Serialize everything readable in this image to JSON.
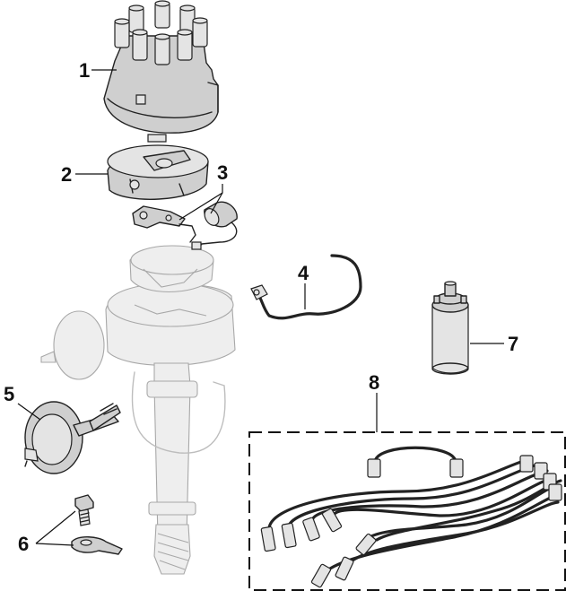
{
  "callouts": [
    {
      "id": "1",
      "label": "1"
    },
    {
      "id": "2",
      "label": "2"
    },
    {
      "id": "3",
      "label": "3"
    },
    {
      "id": "4",
      "label": "4"
    },
    {
      "id": "5",
      "label": "5"
    },
    {
      "id": "6",
      "label": "6"
    },
    {
      "id": "7",
      "label": "7"
    },
    {
      "id": "8",
      "label": "8"
    }
  ],
  "colors": {
    "ink": "#222222",
    "part_fill": "#cfcfcf",
    "ghost_fill": "#eeeeee",
    "ghost_stroke": "#a8a8a8",
    "background": "#ffffff"
  }
}
